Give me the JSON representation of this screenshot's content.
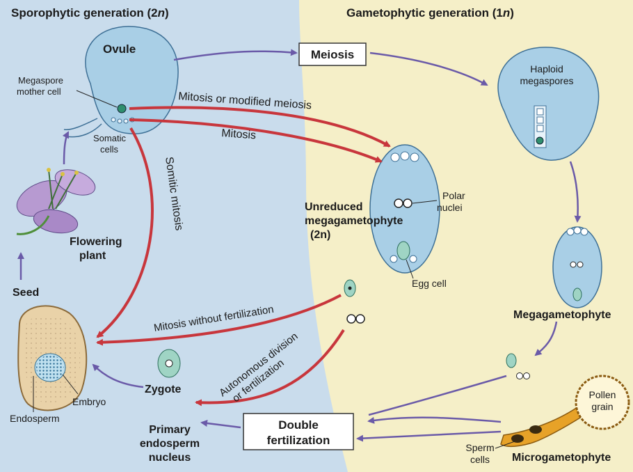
{
  "colors": {
    "left_background": "#c9dcec",
    "right_background": "#f5efc8",
    "ovule_fill": "#a9cfe6",
    "red_arrow": "#c8363c",
    "purple_arrow": "#6a5aa8",
    "seed_fill": "#e9d2a8",
    "pollen_tube": "#e7a228"
  },
  "headers": {
    "left": "Sporophytic generation (2",
    "right": "Gametophytic generation (1",
    "n": "n",
    "close": ")"
  },
  "boxes": {
    "meiosis": "Meiosis",
    "double_fertilization_1": "Double",
    "double_fertilization_2": "fertilization"
  },
  "labels": {
    "ovule": "Ovule",
    "megaspore_mother_cell_1": "Megaspore",
    "megaspore_mother_cell_2": "mother cell",
    "somatic_cells_1": "Somatic",
    "somatic_cells_2": "cells",
    "haploid_megaspores_1": "Haploid",
    "haploid_megaspores_2": "megaspores",
    "unreduced_1": "Unreduced",
    "unreduced_2": "megagametophyte",
    "unreduced_3": "(2n)",
    "polar_nuclei_1": "Polar",
    "polar_nuclei_2": "nuclei",
    "egg_cell": "Egg cell",
    "megagametophyte": "Megagametophyte",
    "flowering_plant_1": "Flowering",
    "flowering_plant_2": "plant",
    "seed": "Seed",
    "embryo": "Embryo",
    "endosperm": "Endosperm",
    "zygote": "Zygote",
    "primary_1": "Primary",
    "primary_2": "endosperm",
    "primary_3": "nucleus",
    "pollen_grain_1": "Pollen",
    "pollen_grain_2": "grain",
    "sperm_cells_1": "Sperm",
    "sperm_cells_2": "cells",
    "microgametophyte": "Microgametophyte"
  },
  "arrow_labels": {
    "mitosis_or_modified_meiosis": "Mitosis or modified meiosis",
    "mitosis": "Mitosis",
    "somitic_mitosis": "Somitic mitosis",
    "mitosis_without_fertilization": "Mitosis without fertilization",
    "autonomous_division": "Autonomous division",
    "or_fertilization": "or fertilization"
  }
}
